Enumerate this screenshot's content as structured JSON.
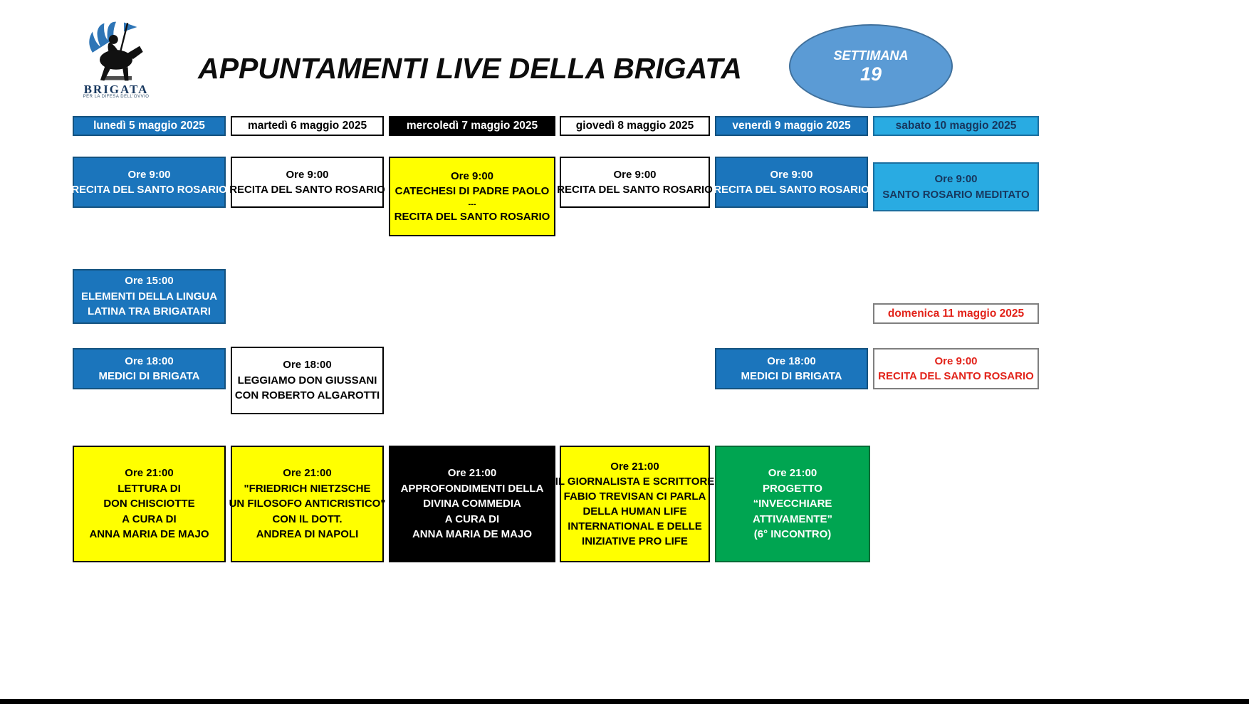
{
  "page": {
    "title": "APPUNTAMENTI LIVE DELLA BRIGATA",
    "week": {
      "label": "SETTIMANA",
      "number": "19"
    },
    "logo": {
      "name": "BRIGATA",
      "tagline": "PER LA DIFESA DELL'OVVIO"
    },
    "colors": {
      "blue": "#1B75BC",
      "cyan": "#29ABE2",
      "yellow": "#FFFF00",
      "green": "#00A551",
      "black": "#000000",
      "red_text": "#E2231A",
      "week_oval": "#5B9BD5"
    }
  },
  "day_headers": {
    "monday": {
      "label": "lunedì 5 maggio 2025"
    },
    "tuesday": {
      "label": "martedì 6 maggio 2025"
    },
    "wednesday": {
      "label": "mercoledì 7 maggio 2025"
    },
    "thursday": {
      "label": "giovedì 8 maggio 2025"
    },
    "friday": {
      "label": "venerdì 9 maggio 2025"
    },
    "saturday": {
      "label": "sabato 10 maggio 2025"
    },
    "sunday": {
      "label": "domenica 11 maggio 2025"
    }
  },
  "events": {
    "mon_0900": {
      "time": "Ore 9:00",
      "lines": [
        "RECITA DEL SANTO ROSARIO"
      ]
    },
    "tue_0900": {
      "time": "Ore 9:00",
      "lines": [
        "RECITA DEL SANTO ROSARIO"
      ]
    },
    "wed_0900": {
      "time": "Ore 9:00",
      "lines": [
        "CATECHESI DI PADRE PAOLO",
        "---",
        "RECITA DEL SANTO ROSARIO"
      ]
    },
    "thu_0900": {
      "time": "Ore 9:00",
      "lines": [
        "RECITA DEL SANTO ROSARIO"
      ]
    },
    "fri_0900": {
      "time": "Ore 9:00",
      "lines": [
        "RECITA DEL SANTO ROSARIO"
      ]
    },
    "sat_0900": {
      "time": "Ore 9:00",
      "lines": [
        "SANTO ROSARIO MEDITATO"
      ]
    },
    "mon_1500": {
      "time": "Ore 15:00",
      "lines": [
        "ELEMENTI DELLA LINGUA",
        "LATINA TRA BRIGATARI"
      ]
    },
    "mon_1800": {
      "time": "Ore 18:00",
      "lines": [
        "MEDICI DI BRIGATA"
      ]
    },
    "tue_1800": {
      "time": "Ore 18:00",
      "lines": [
        "LEGGIAMO DON GIUSSANI",
        "CON ROBERTO ALGAROTTI"
      ]
    },
    "fri_1800": {
      "time": "Ore 18:00",
      "lines": [
        "MEDICI DI BRIGATA"
      ]
    },
    "sun_0900": {
      "time": "Ore 9:00",
      "lines": [
        "RECITA DEL SANTO ROSARIO"
      ]
    },
    "mon_2100": {
      "time": "Ore 21:00",
      "lines": [
        "LETTURA DI",
        "DON CHISCIOTTE",
        "A CURA DI",
        "ANNA MARIA DE MAJO"
      ]
    },
    "tue_2100": {
      "time": "Ore 21:00",
      "lines": [
        "\"FRIEDRICH NIETZSCHE",
        "UN FILOSOFO ANTICRISTICO\"",
        "CON IL DOTT.",
        "ANDREA DI NAPOLI"
      ]
    },
    "wed_2100": {
      "time": "Ore 21:00",
      "lines": [
        "APPROFONDIMENTI  DELLA",
        "DIVINA COMMEDIA",
        "A CURA DI",
        "ANNA MARIA DE MAJO"
      ]
    },
    "thu_2100": {
      "time": "Ore 21:00",
      "lines": [
        "IL GIORNALISTA E SCRITTORE",
        "FABIO TREVISAN CI PARLA",
        "DELLA HUMAN LIFE",
        "INTERNATIONAL E DELLE",
        "INIZIATIVE PRO LIFE"
      ]
    },
    "fri_2100": {
      "time": "Ore 21:00",
      "lines": [
        "PROGETTO",
        "“INVECCHIARE",
        "ATTIVAMENTE”",
        "(6° INCONTRO)"
      ]
    }
  }
}
